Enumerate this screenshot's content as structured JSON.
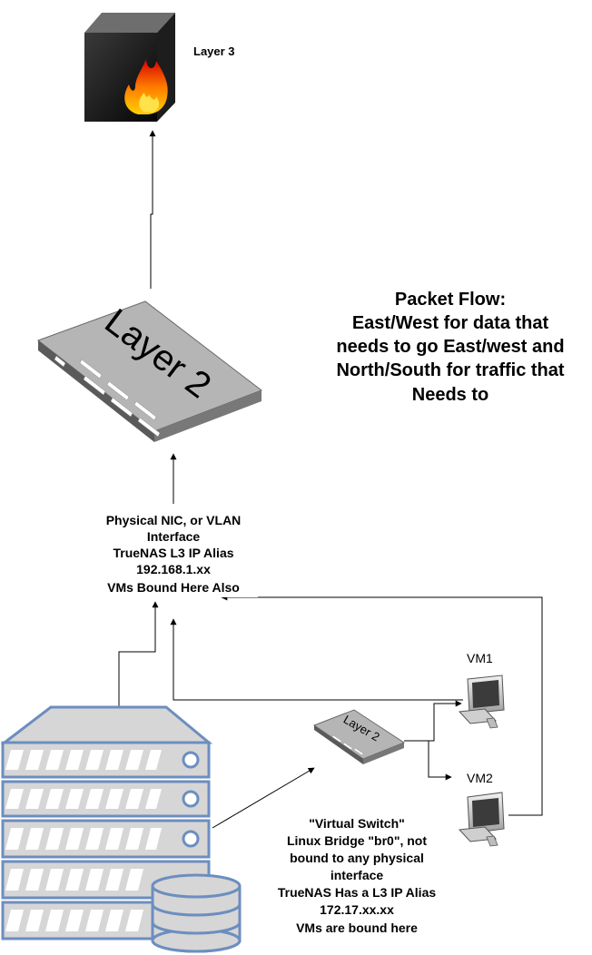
{
  "nodes": {
    "firewall": {
      "label": "Layer 3",
      "icon": "firewall-icon"
    },
    "main_switch": {
      "label": "Layer 2",
      "icon": "network-switch-icon"
    },
    "virtual_switch": {
      "label": "Layer 2",
      "icon": "network-switch-icon"
    },
    "server": {
      "icon": "server-rack-icon"
    },
    "database": {
      "icon": "database-icon"
    },
    "vm1": {
      "label": "VM1",
      "icon": "desktop-computer-icon"
    },
    "vm2": {
      "label": "VM2",
      "icon": "desktop-computer-icon"
    }
  },
  "notes": {
    "packet_flow": [
      "Packet Flow:",
      "East/West for data that",
      "needs to go East/west and",
      "North/South for traffic that",
      "Needs to"
    ],
    "physical_nic": [
      "Physical NIC, or VLAN",
      "Interface",
      "TrueNAS L3 IP Alias",
      "192.168.1.xx",
      "VMs Bound Here Also"
    ],
    "virtual_switch": [
      "\"Virtual Switch\"",
      "Linux Bridge \"br0\", not",
      "bound to any physical",
      "interface",
      "TrueNAS Has a L3 IP Alias",
      "172.17.xx.xx",
      "VMs are bound here"
    ]
  },
  "colors": {
    "server_fill": "#d6d6d6",
    "server_stroke": "#6c8ebf",
    "switch_fill": "#a5a5a5",
    "firewall_flame": "#ff6a00"
  }
}
